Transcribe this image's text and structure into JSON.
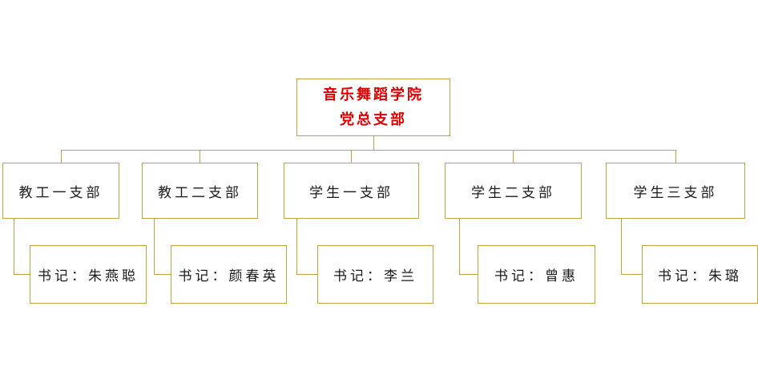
{
  "org_chart": {
    "type": "org-tree",
    "root": {
      "line1": "音乐舞蹈学院",
      "line2": "党总支部"
    },
    "branches": [
      {
        "label": "教工一支部",
        "secretary": "书记：朱燕聪"
      },
      {
        "label": "教工二支部",
        "secretary": "书记：颜春英"
      },
      {
        "label": "学生一支部",
        "secretary": "书记：李兰"
      },
      {
        "label": "学生二支部",
        "secretary": "书记：曾惠"
      },
      {
        "label": "学生三支部",
        "secretary": "书记：朱璐"
      }
    ],
    "colors": {
      "gold": "#c2a23c",
      "root-red": "#e00000",
      "ink": "#1a1a1a"
    }
  }
}
